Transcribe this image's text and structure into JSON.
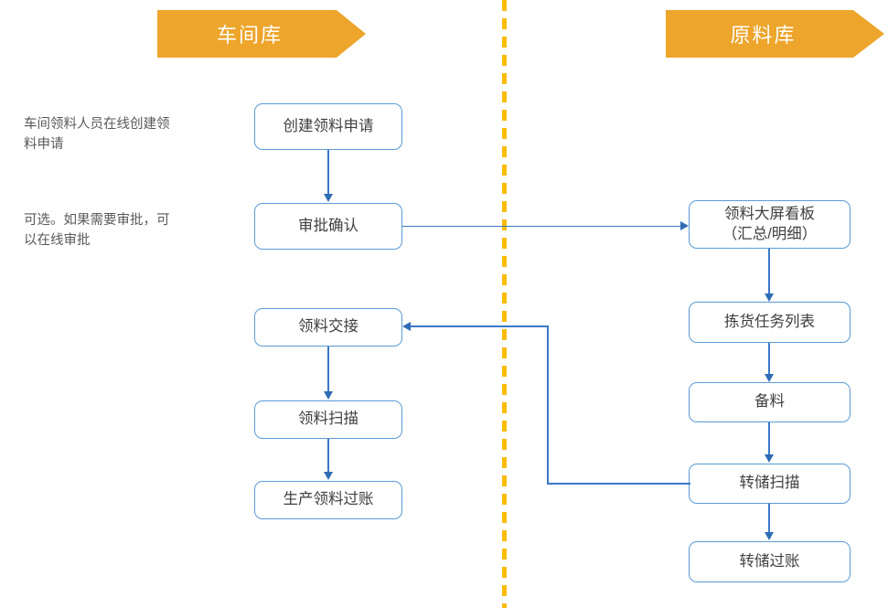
{
  "diagram": {
    "lanes": [
      {
        "id": "workshop-store",
        "label": "车间库"
      },
      {
        "id": "raw-material-store",
        "label": "原料库"
      }
    ],
    "notes": [
      {
        "id": "note-create",
        "text": "车间领料人员在线创建领\n料申请"
      },
      {
        "id": "note-approval",
        "text": "可选。如果需要审批，可\n以在线审批"
      }
    ],
    "nodes": {
      "create_request": "创建领料申请",
      "approval_confirm": "审批确认",
      "material_handover": "领料交接",
      "material_scan": "领料扫描",
      "production_posting": "生产领料过账",
      "dashboard": "领料大屏看板\n（汇总/明细）",
      "picking_task_list": "拣货任务列表",
      "material_preparation": "备料",
      "transfer_scan": "转储扫描",
      "transfer_posting": "转储过账"
    },
    "colors": {
      "lane_fill": "#eda52c",
      "lane_border": "#c8831d",
      "divider": "#fbbc04",
      "node_border": "#5b9bd5",
      "connector": "#3a77c9",
      "arrow_head": "#2f6cb5",
      "node_text": "#404040",
      "note_text": "#595959"
    }
  }
}
